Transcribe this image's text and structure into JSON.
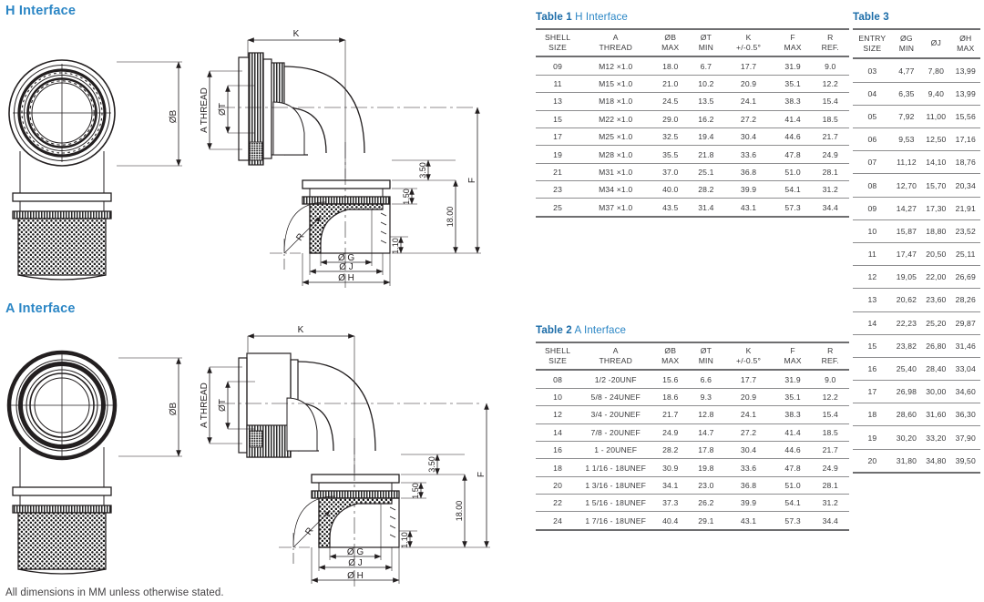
{
  "sections": {
    "h_interface": {
      "title": "H Interface",
      "dim_labels": {
        "ob": "ØB",
        "a_thread": "A THREAD",
        "ot": "ØT",
        "k": "K",
        "r": "R",
        "f": "F",
        "og": "Ø G",
        "oj": "Ø J",
        "oh": "Ø H",
        "d350": "3.50",
        "d150": "1.50",
        "d110": "1.10",
        "d1800": "18.00"
      }
    },
    "a_interface": {
      "title": "A Interface",
      "dim_labels": {
        "ob": "ØB",
        "a_thread": "A THREAD",
        "ot": "ØT",
        "k": "K",
        "r": "R",
        "f": "F",
        "og": "Ø G",
        "oj": "Ø J",
        "oh": "Ø H",
        "d350": "3.50",
        "d150": "1.50",
        "d110": "1.10",
        "d1800": "18.00"
      }
    }
  },
  "footer": {
    "note": "All dimensions in MM unless otherwise stated."
  },
  "table1": {
    "caption_strong": "Table 1",
    "caption_rest": "H Interface",
    "columns": [
      "SHELL\nSIZE",
      "A\nTHREAD",
      "ØB\nMAX",
      "ØT\nMIN",
      "K\n+/-0.5°",
      "F\nMAX",
      "R\nREF."
    ],
    "rows": [
      [
        "09",
        "M12 ×1.0",
        "18.0",
        "6.7",
        "17.7",
        "31.9",
        "9.0"
      ],
      [
        "11",
        "M15 ×1.0",
        "21.0",
        "10.2",
        "20.9",
        "35.1",
        "12.2"
      ],
      [
        "13",
        "M18 ×1.0",
        "24.5",
        "13.5",
        "24.1",
        "38.3",
        "15.4"
      ],
      [
        "15",
        "M22 ×1.0",
        "29.0",
        "16.2",
        "27.2",
        "41.4",
        "18.5"
      ],
      [
        "17",
        "M25 ×1.0",
        "32.5",
        "19.4",
        "30.4",
        "44.6",
        "21.7"
      ],
      [
        "19",
        "M28 ×1.0",
        "35.5",
        "21.8",
        "33.6",
        "47.8",
        "24.9"
      ],
      [
        "21",
        "M31 ×1.0",
        "37.0",
        "25.1",
        "36.8",
        "51.0",
        "28.1"
      ],
      [
        "23",
        "M34 ×1.0",
        "40.0",
        "28.2",
        "39.9",
        "54.1",
        "31.2"
      ],
      [
        "25",
        "M37 ×1.0",
        "43.5",
        "31.4",
        "43.1",
        "57.3",
        "34.4"
      ]
    ]
  },
  "table2": {
    "caption_strong": "Table 2",
    "caption_rest": "A Interface",
    "columns": [
      "SHELL\nSIZE",
      "A\nTHREAD",
      "ØB\nMAX",
      "ØT\nMIN",
      "K\n+/-0.5°",
      "F\nMAX",
      "R\nREF."
    ],
    "rows": [
      [
        "08",
        "1/2 -20UNF",
        "15.6",
        "6.6",
        "17.7",
        "31.9",
        "9.0"
      ],
      [
        "10",
        "5/8 - 24UNEF",
        "18.6",
        "9.3",
        "20.9",
        "35.1",
        "12.2"
      ],
      [
        "12",
        "3/4 - 20UNEF",
        "21.7",
        "12.8",
        "24.1",
        "38.3",
        "15.4"
      ],
      [
        "14",
        "7/8 - 20UNEF",
        "24.9",
        "14.7",
        "27.2",
        "41.4",
        "18.5"
      ],
      [
        "16",
        "1 - 20UNEF",
        "28.2",
        "17.8",
        "30.4",
        "44.6",
        "21.7"
      ],
      [
        "18",
        "1 1/16 - 18UNEF",
        "30.9",
        "19.8",
        "33.6",
        "47.8",
        "24.9"
      ],
      [
        "20",
        "1 3/16 - 18UNEF",
        "34.1",
        "23.0",
        "36.8",
        "51.0",
        "28.1"
      ],
      [
        "22",
        "1 5/16 - 18UNEF",
        "37.3",
        "26.2",
        "39.9",
        "54.1",
        "31.2"
      ],
      [
        "24",
        "1 7/16 - 18UNEF",
        "40.4",
        "29.1",
        "43.1",
        "57.3",
        "34.4"
      ]
    ]
  },
  "table3": {
    "caption_strong": "Table 3",
    "caption_rest": "",
    "columns": [
      "ENTRY\nSIZE",
      "ØG\nMIN",
      "ØJ",
      "ØH\nMAX"
    ],
    "rows": [
      [
        "03",
        "4,77",
        "7,80",
        "13,99"
      ],
      [
        "04",
        "6,35",
        "9,40",
        "13,99"
      ],
      [
        "05",
        "7,92",
        "11,00",
        "15,56"
      ],
      [
        "06",
        "9,53",
        "12,50",
        "17,16"
      ],
      [
        "07",
        "11,12",
        "14,10",
        "18,76"
      ],
      [
        "08",
        "12,70",
        "15,70",
        "20,34"
      ],
      [
        "09",
        "14,27",
        "17,30",
        "21,91"
      ],
      [
        "10",
        "15,87",
        "18,80",
        "23,52"
      ],
      [
        "11",
        "17,47",
        "20,50",
        "25,11"
      ],
      [
        "12",
        "19,05",
        "22,00",
        "26,69"
      ],
      [
        "13",
        "20,62",
        "23,60",
        "28,26"
      ],
      [
        "14",
        "22,23",
        "25,20",
        "29,87"
      ],
      [
        "15",
        "23,82",
        "26,80",
        "31,46"
      ],
      [
        "16",
        "25,40",
        "28,40",
        "33,04"
      ],
      [
        "17",
        "26,98",
        "30,00",
        "34,60"
      ],
      [
        "18",
        "28,60",
        "31,60",
        "36,30"
      ],
      [
        "19",
        "30,20",
        "33,20",
        "37,90"
      ],
      [
        "20",
        "31,80",
        "34,80",
        "39,50"
      ]
    ]
  },
  "colors": {
    "heading_blue": "#2b86c5",
    "caption_strong_blue": "#1b6ca8",
    "line": "#231f20"
  }
}
